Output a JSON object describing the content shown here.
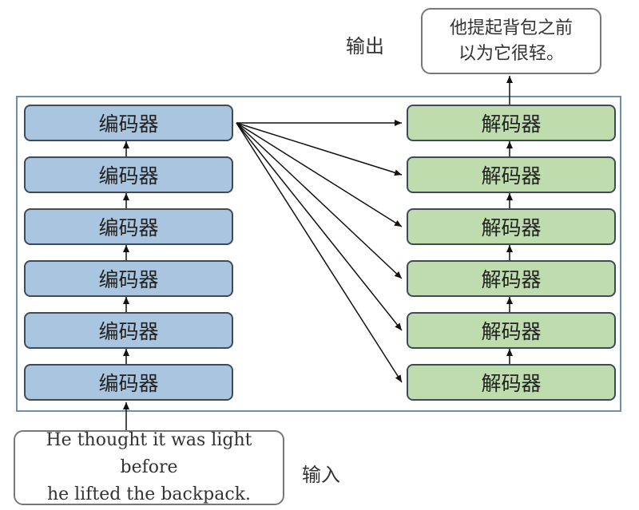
{
  "output": {
    "label": "输出",
    "lines": [
      "他提起背包之前",
      "以为它很轻。"
    ]
  },
  "input": {
    "label": "输入",
    "lines": [
      "He thought it was light before",
      "he lifted the backpack."
    ]
  },
  "encoder_stack": {
    "blocks": [
      "编码器",
      "编码器",
      "编码器",
      "编码器",
      "编码器",
      "编码器"
    ]
  },
  "decoder_stack": {
    "blocks": [
      "解码器",
      "解码器",
      "解码器",
      "解码器",
      "解码器",
      "解码器"
    ]
  },
  "colors": {
    "encoder_fill": "#a9c5df",
    "decoder_fill": "#bfdcae",
    "frame_border": "#6f8fae",
    "arrow": "#111111"
  }
}
